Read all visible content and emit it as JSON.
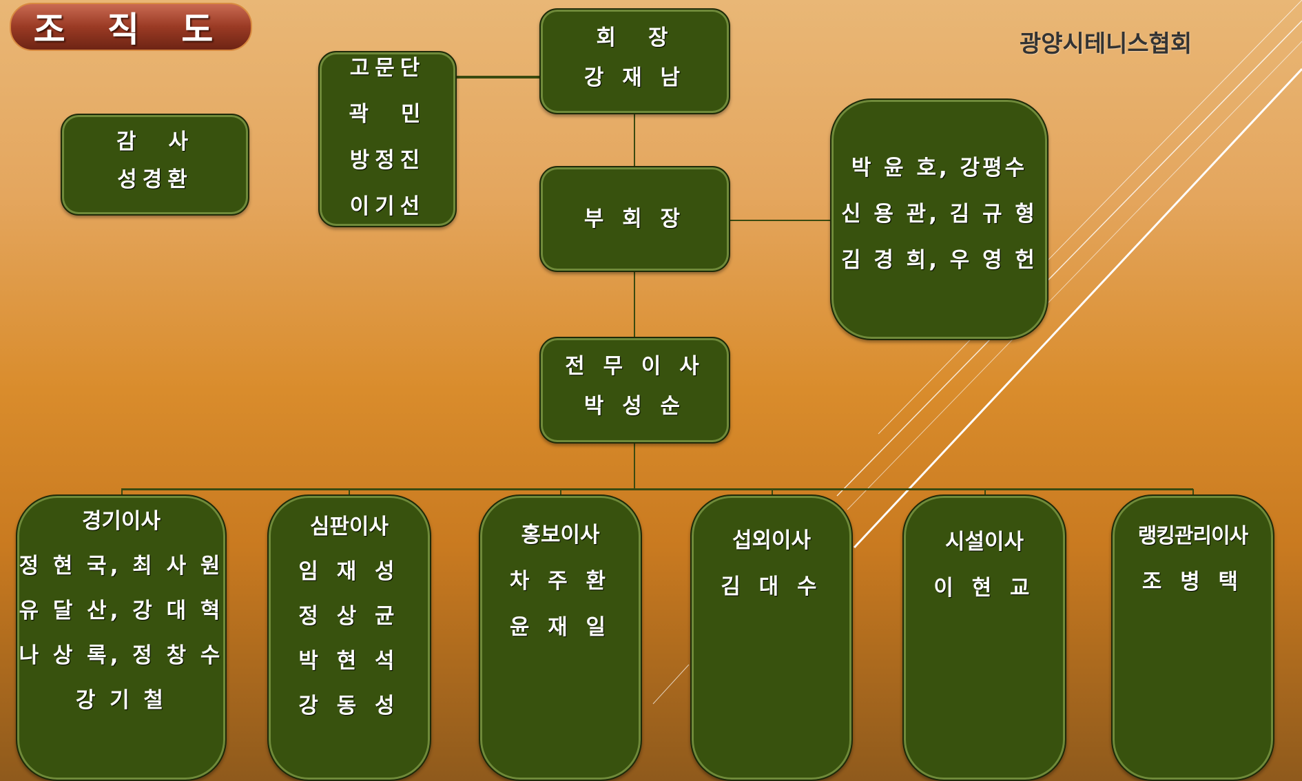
{
  "title": "조 직 도",
  "organization": "광양시테니스협회",
  "president": {
    "title": "회　장",
    "name": "강 재 남"
  },
  "advisors": {
    "title": "고문단",
    "names": [
      "곽　민",
      "방정진",
      "이기선"
    ]
  },
  "auditor": {
    "title": "감　사",
    "name": "성경환"
  },
  "vice_president": {
    "title": "부 회 장"
  },
  "vice_president_members": [
    "박 윤 호, 강평수",
    "신 용 관, 김 규 형",
    "김 경 희, 우 영 헌"
  ],
  "executive_director": {
    "title": "전 무 이 사",
    "name": "박 성 순"
  },
  "directors": [
    {
      "title": "경기이사",
      "names": [
        "정 현 국, 최 사 원",
        "유 달 산, 강 대 혁",
        "나 상 록, 정 창 수",
        "강 기 철"
      ]
    },
    {
      "title": "심판이사",
      "names": [
        "임 재 성",
        "정 상 균",
        "박 현 석",
        "강 동 성"
      ]
    },
    {
      "title": "홍보이사",
      "names": [
        "차 주 환",
        "윤 재 일"
      ]
    },
    {
      "title": "섭외이사",
      "names": [
        "김 대 수"
      ]
    },
    {
      "title": "시설이사",
      "names": [
        "이 현 교"
      ]
    },
    {
      "title": "랭킹관리이사",
      "names": [
        "조 병 택"
      ]
    }
  ]
}
